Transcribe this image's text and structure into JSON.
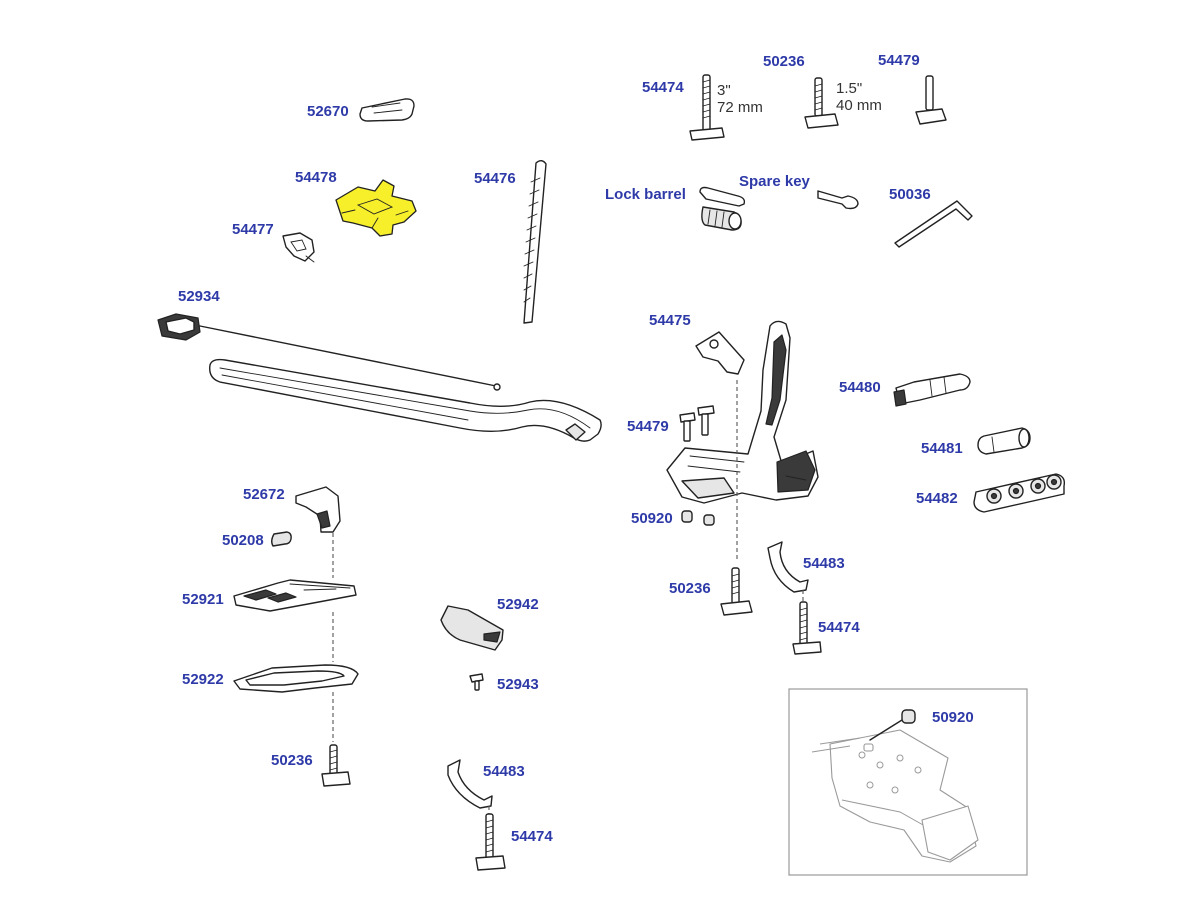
{
  "colors": {
    "label": "#2e3aa8",
    "highlight": "#f7ef2a"
  },
  "parts": {
    "p52670": "52670",
    "p54478": "54478",
    "p54477": "54477",
    "p54476": "54476",
    "p52934": "52934",
    "p54474_top": "54474",
    "p50236_top": "50236",
    "p54479_top": "54479",
    "lock_barrel": "Lock barrel",
    "spare_key": "Spare key",
    "p50036": "50036",
    "p54475": "54475",
    "p54480": "54480",
    "p54479_mid": "54479",
    "p54481": "54481",
    "p54482": "54482",
    "p50920_mid": "50920",
    "p50236_mid": "50236",
    "p54483_right": "54483",
    "p54474_right": "54474",
    "p52672": "52672",
    "p50208": "50208",
    "p52921": "52921",
    "p52922": "52922",
    "p50236_bottom": "50236",
    "p52942": "52942",
    "p52943": "52943",
    "p54483_bottom": "54483",
    "p54474_bottom": "54474",
    "p50920_inset": "50920"
  },
  "dimensions": {
    "bolt_54474_inch": "3\"",
    "bolt_54474_mm": "72 mm",
    "bolt_50236_inch": "1.5\"",
    "bolt_50236_mm": "40 mm"
  }
}
